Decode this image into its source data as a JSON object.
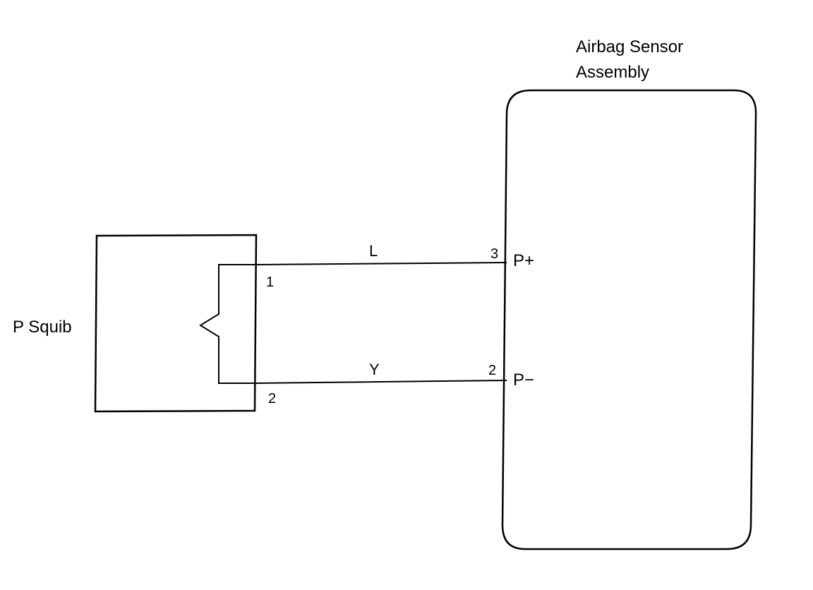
{
  "assembly": {
    "label_line1": "Airbag Sensor",
    "label_line2": "Assembly",
    "terminals": [
      {
        "pin": "3",
        "name": "P+"
      },
      {
        "pin": "2",
        "name": "P−"
      }
    ]
  },
  "squib": {
    "label": "P Squib",
    "pins": [
      "1",
      "2"
    ]
  },
  "wires": [
    {
      "color_code": "L",
      "from_pin": "1",
      "to_pin": "3"
    },
    {
      "color_code": "Y",
      "from_pin": "2",
      "to_pin": "2"
    }
  ]
}
